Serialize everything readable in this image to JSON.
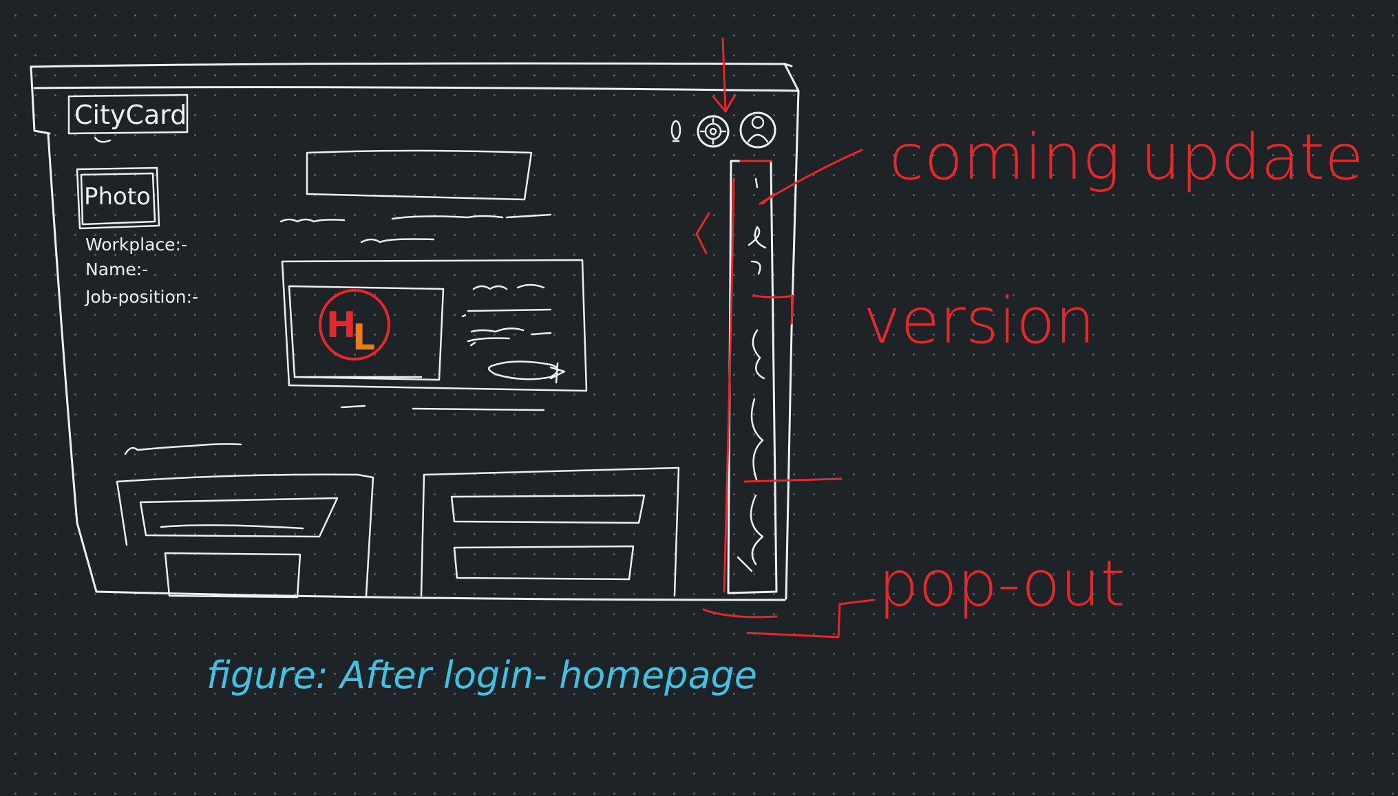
{
  "window": {
    "brand": "CityCard",
    "profile": {
      "photo_label": "Photo",
      "fields": [
        "Workplace:-",
        "Name:-",
        "Job-position:-"
      ]
    },
    "logo_letters": [
      "H",
      "L"
    ],
    "icons": [
      "notification-icon",
      "settings-gear-icon",
      "user-avatar-icon"
    ]
  },
  "annotations": {
    "coming_update": "coming update",
    "version": "version",
    "popout": "pop-out"
  },
  "caption": "figure: After login- homepage",
  "colors": {
    "background": "#1e2328",
    "sketch": "#eef0f2",
    "annotation": "#e8272a",
    "caption": "#3fc3e0",
    "logo_fill": "#f07a1a"
  }
}
